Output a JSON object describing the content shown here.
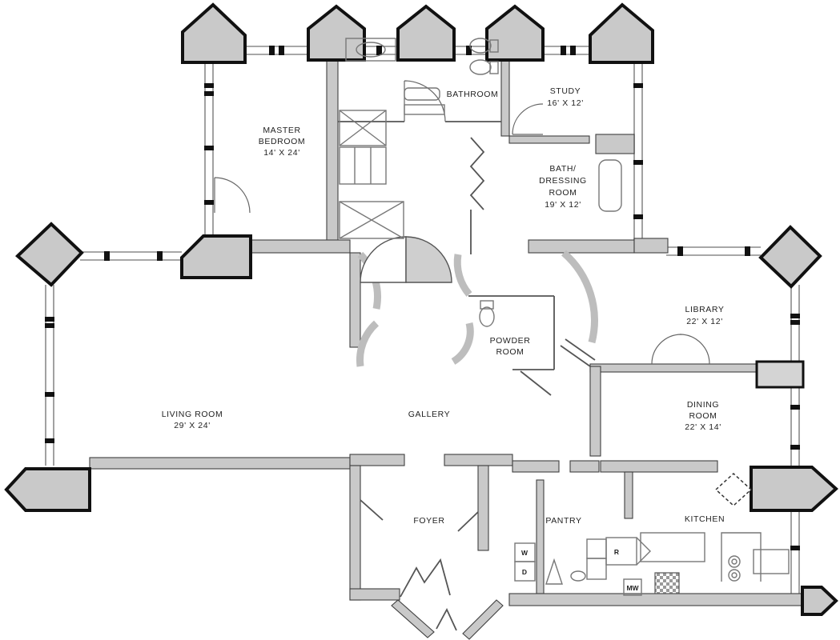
{
  "plan": {
    "type": "apartment-floor-plan",
    "colors": {
      "background": "#ffffff",
      "wall_fill": "#c9c9c9",
      "tower_outline": "#111111",
      "thin_line": "#555555",
      "text": "#1f1f1f"
    },
    "rooms": {
      "master_bedroom": {
        "line1": "MASTER",
        "line2": "BEDROOM",
        "line3": "14' X 24'"
      },
      "bathroom": {
        "line1": "BATHROOM"
      },
      "study": {
        "line1": "STUDY",
        "line2": "16' X 12'"
      },
      "bath_dressing_room": {
        "line1": "BATH/",
        "line2": "DRESSING",
        "line3": "ROOM",
        "line4": "19' X 12'"
      },
      "library": {
        "line1": "LIBRARY",
        "line2": "22' X 12'"
      },
      "powder_room": {
        "line1": "POWDER",
        "line2": "ROOM"
      },
      "living_room": {
        "line1": "LIVING ROOM",
        "line2": "29' X 24'"
      },
      "gallery": {
        "line1": "GALLERY"
      },
      "dining_room": {
        "line1": "DINING",
        "line2": "ROOM",
        "line3": "22' X 14'"
      },
      "foyer": {
        "line1": "FOYER"
      },
      "pantry": {
        "line1": "PANTRY"
      },
      "kitchen": {
        "line1": "KITCHEN"
      }
    },
    "appliances": {
      "washer": "W",
      "dryer": "D",
      "refrigerator": "R",
      "microwave": "MW"
    }
  }
}
